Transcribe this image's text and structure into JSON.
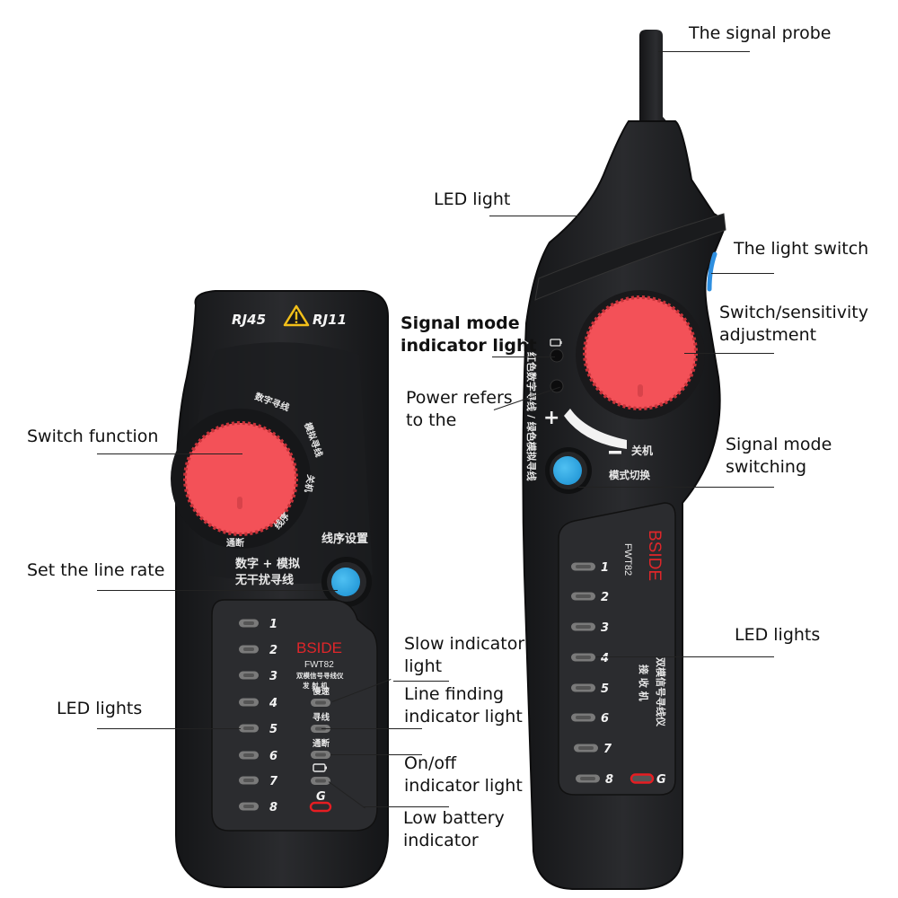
{
  "colors": {
    "body": "#1e1f21",
    "body_edge": "#2a2b2d",
    "panel": "#2b2c2f",
    "dial_red": "#f35158",
    "button_blue": "#36a9e6",
    "light_switch_blue": "#2e8fe0",
    "warning_yellow": "#f3c01a",
    "brand_red": "#e0262a",
    "led_gray": "#7a7a7a",
    "led_red": "#e61d22"
  },
  "transmitter": {
    "top_label_left": "RJ45",
    "top_label_right": "RJ11",
    "warning_icon": "warning-triangle-icon",
    "dial_labels": [
      "数字寻线",
      "模拟寻线",
      "关机",
      "线序",
      "通断"
    ],
    "button_title": "线序设置",
    "mode_text_line1": "数字 + 模拟",
    "mode_text_line2": "无干扰寻线",
    "brand": "BSIDE",
    "model": "FWT82",
    "subtitle": "双模信号寻线仪",
    "type": "发 射 机",
    "led_numbers": [
      "1",
      "2",
      "3",
      "4",
      "5",
      "6",
      "7",
      "8"
    ],
    "indicator_labels": [
      "慢速",
      "寻线",
      "通断"
    ],
    "battery_icon": "battery-icon",
    "low_battery_mark": "G"
  },
  "receiver": {
    "side_text": "红色数字寻线 / 绿色模拟寻线",
    "power_plus": "+",
    "power_minus": "−",
    "power_off_label": "关机",
    "mode_button_label": "模式切换",
    "brand": "BSIDE",
    "model": "FWT82",
    "subtitle": "双模信号寻线仪",
    "type": "接 收 机",
    "led_numbers": [
      "1",
      "2",
      "3",
      "4",
      "5",
      "6",
      "7",
      "8"
    ],
    "low_battery_mark": "G"
  },
  "callouts": {
    "signal_probe": "The signal probe",
    "led_light": "LED light",
    "light_switch": "The light switch",
    "switch_sensitivity": [
      "Switch/sensitivity",
      "adjustment"
    ],
    "signal_mode_indicator": [
      "Signal mode",
      "indicator light"
    ],
    "power_refers": [
      "Power refers",
      "to the"
    ],
    "signal_mode_switching": [
      "Signal mode",
      "switching"
    ],
    "receiver_led_lights": "LED lights",
    "switch_function": "Switch function",
    "set_line_rate": "Set the line rate",
    "transmitter_led_lights": "LED lights",
    "slow_indicator": [
      "Slow indicator",
      "light"
    ],
    "line_finding_indicator": [
      "Line finding",
      "indicator light"
    ],
    "onoff_indicator": [
      "On/off",
      "indicator light"
    ],
    "low_battery_indicator": [
      "Low battery",
      "indicator"
    ]
  }
}
